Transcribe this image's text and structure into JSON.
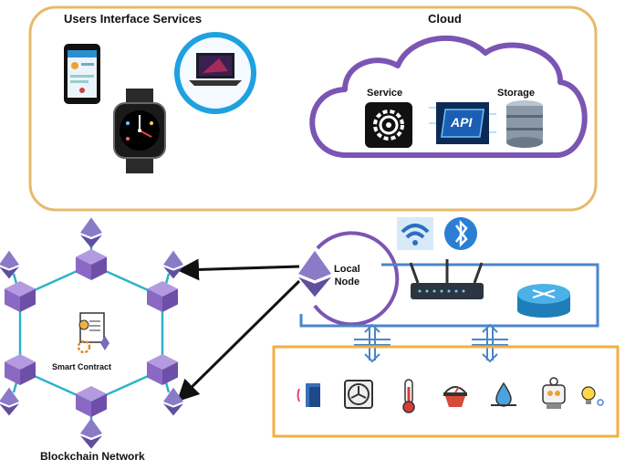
{
  "ui_services": {
    "title": "Users Interface Services",
    "devices": [
      "tablet-icon",
      "smartwatch-icon",
      "laptop-icon"
    ]
  },
  "cloud": {
    "title": "Cloud",
    "items": [
      {
        "label": "Service",
        "icon": "gear-icon"
      },
      {
        "label": "",
        "icon": "api-chip-icon",
        "chip_text": "API"
      },
      {
        "label": "Storage",
        "icon": "database-icon"
      }
    ]
  },
  "local_node": {
    "label_line1": "Local",
    "label_line2": "Node",
    "icons": [
      "wifi-icon",
      "bluetooth-icon",
      "router-icon",
      "switch-icon"
    ]
  },
  "blockchain": {
    "title": "Blockchain Network",
    "smart_contract_label": "Smart Contract"
  },
  "sensors": [
    "door-sensor-icon",
    "fan-icon",
    "thermometer-icon",
    "scale-icon",
    "water-drop-icon",
    "robot-icon",
    "smart-bulb-icon"
  ],
  "colors": {
    "ui_box_border": "#e8b96a",
    "cloud_outline": "#7b55b3",
    "blockchain_line": "#2bb3c9",
    "cube": "#8a68c4",
    "eth": "#7a6bb8",
    "network_line": "#4a86c8",
    "sensor_box_border": "#f0b040",
    "arrow": "#111111"
  }
}
